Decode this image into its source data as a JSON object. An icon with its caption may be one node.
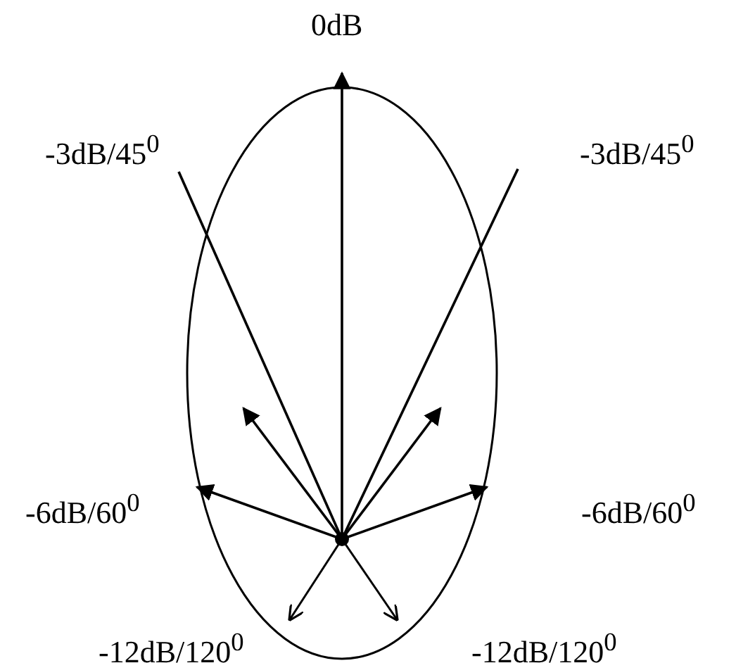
{
  "diagram": {
    "labels": [
      "0dB",
      "-3dB/45$^{0}$",
      "-3dB/45$^{0}$",
      "-6dB/60$^{0}$",
      "-6dB/60$^{0}$",
      "-12dB/120$^{0}$",
      "-12dB/120$^{0}$"
    ]
  }
}
